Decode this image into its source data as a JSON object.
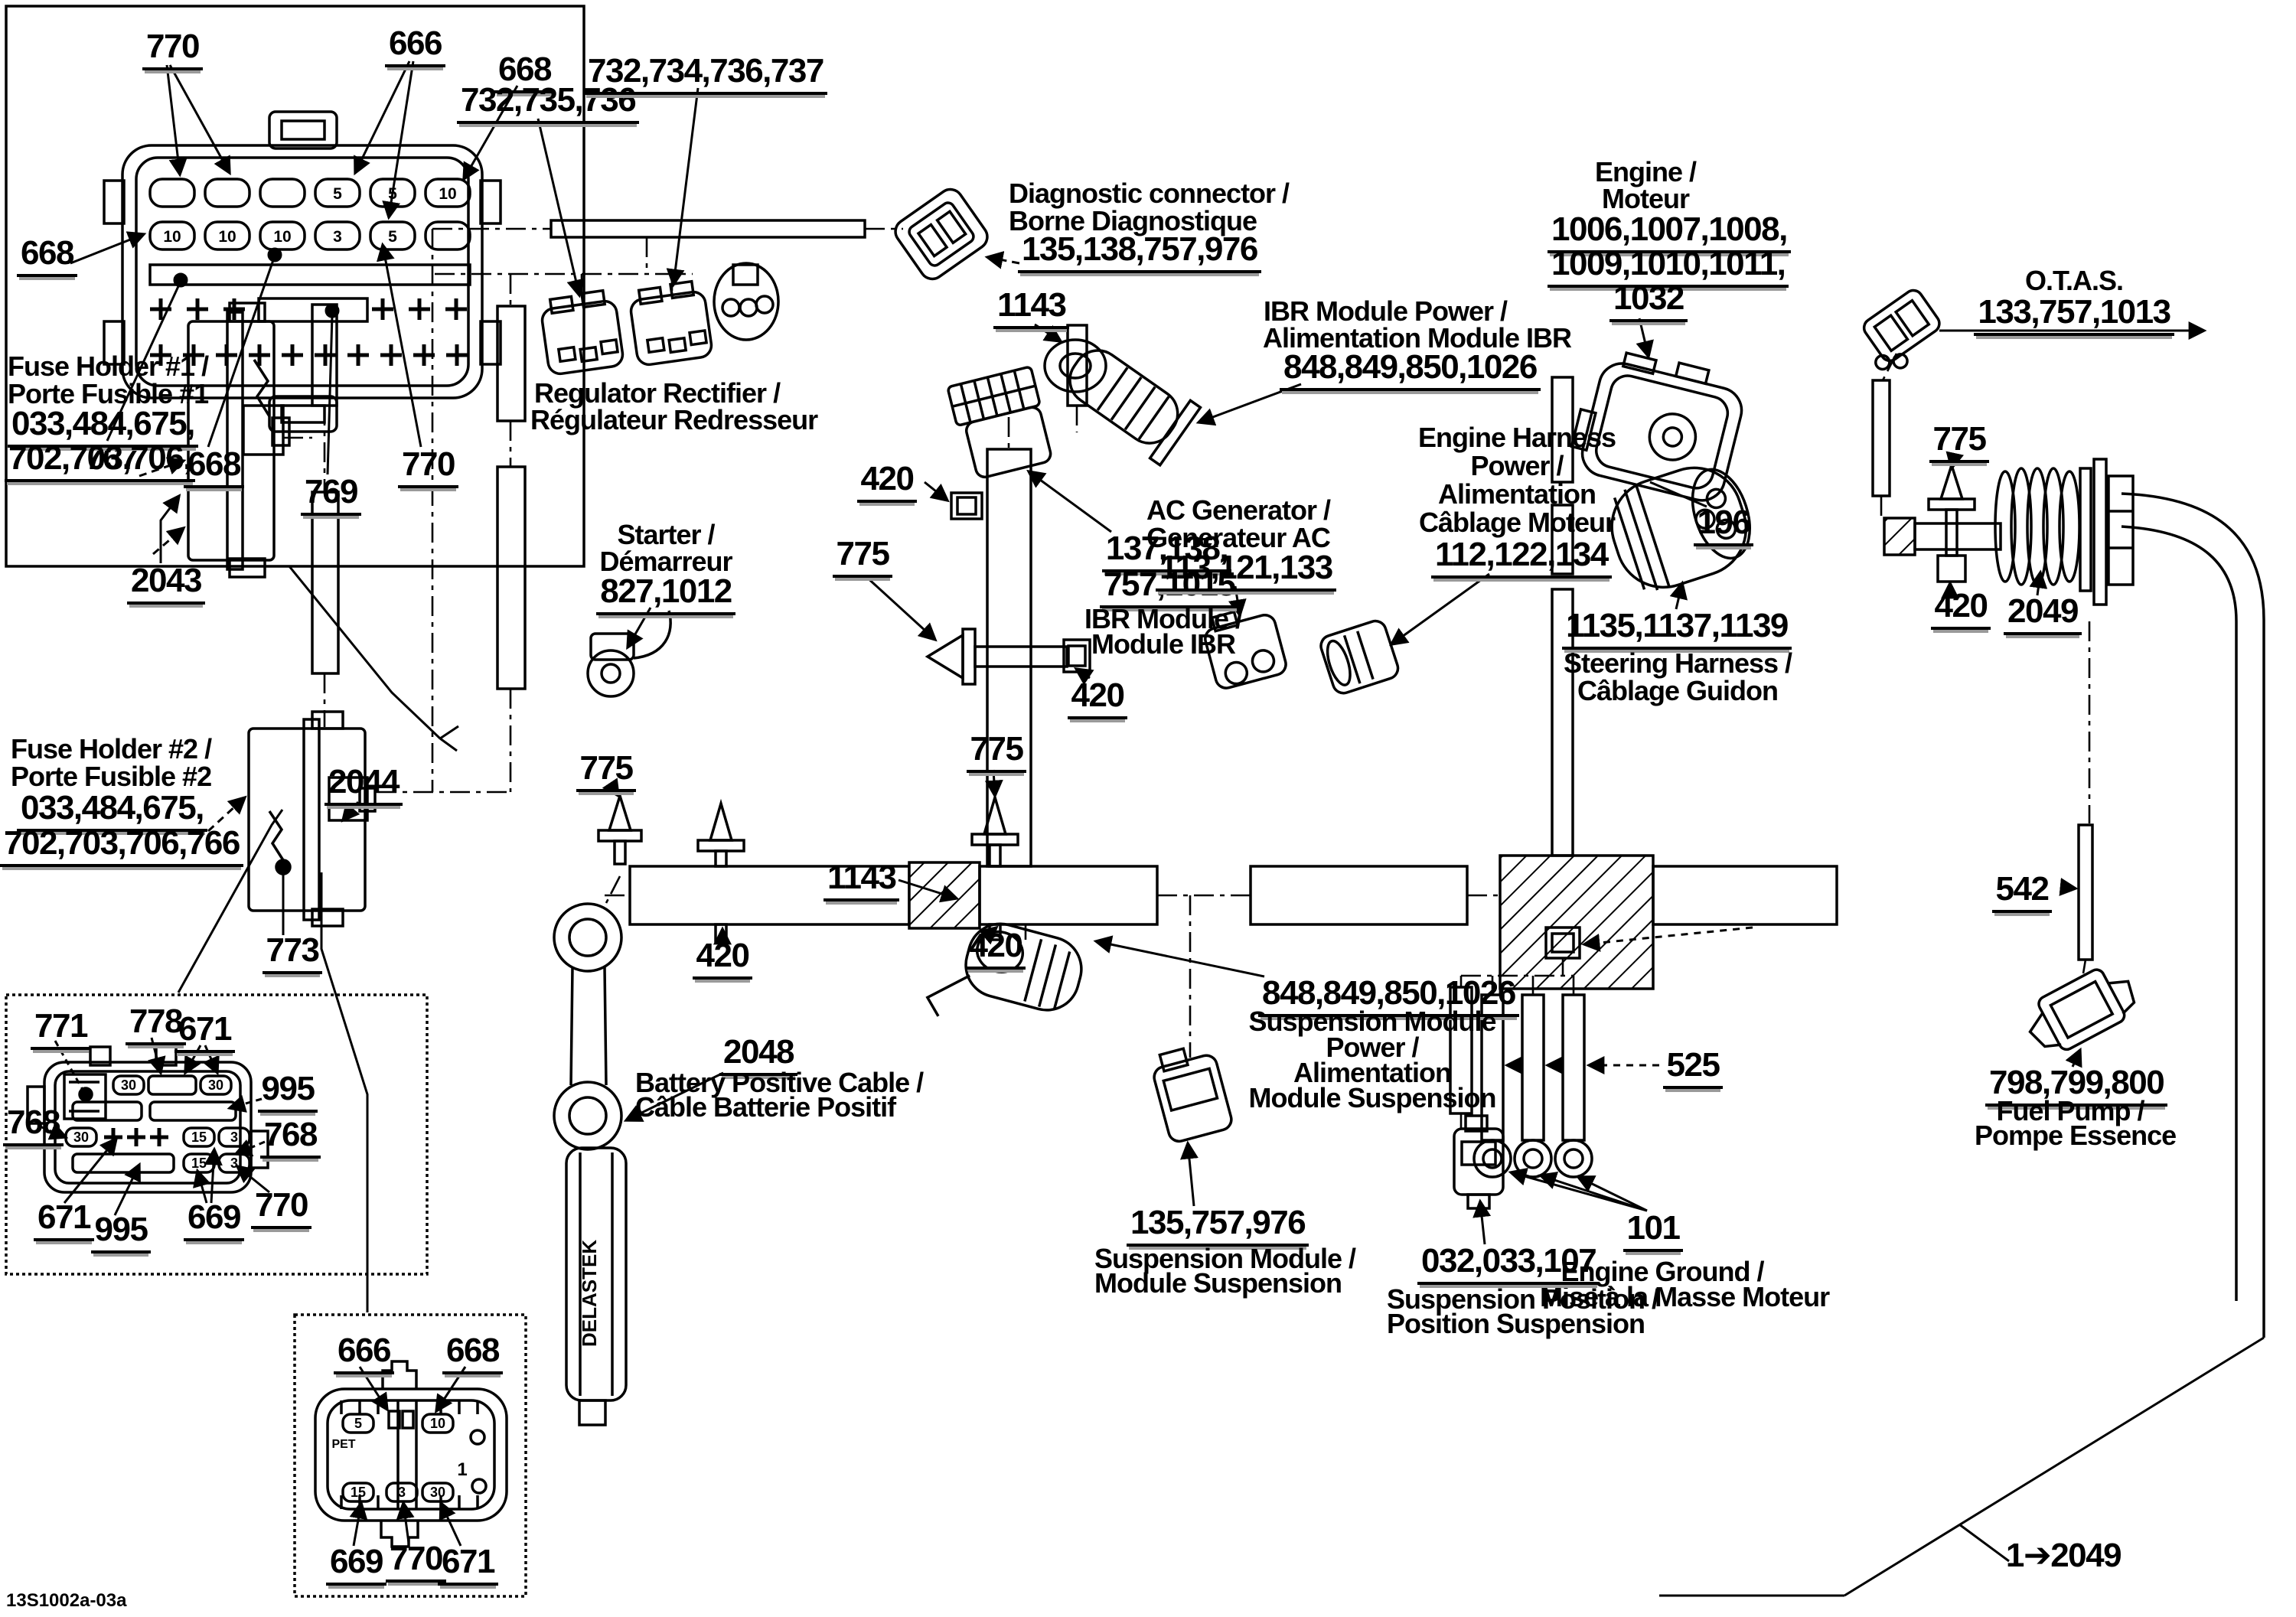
{
  "doc": {
    "code": "13S1002a-03a",
    "continuation": "1➔2049"
  },
  "c": {
    "101": "101",
    "196": "196",
    "420": "420",
    "525": "525",
    "542": "542",
    "666": "666",
    "668": "668",
    "669": "669",
    "671": "671",
    "767": "767",
    "768": "768",
    "769": "769",
    "770": "770",
    "771": "771",
    "773": "773",
    "775": "775",
    "778": "778",
    "995": "995",
    "1032": "1032",
    "1143": "1143",
    "2043": "2043",
    "2044": "2044",
    "2048": "2048",
    "2049": "2049"
  },
  "components": {
    "regulator_rectifier": {
      "parts_a": "732,735,736",
      "parts_b": "732,734,736,737",
      "name_en": "Regulator Rectifier /",
      "name_fr": "Régulateur Redresseur"
    },
    "diagnostic_connector": {
      "name_en": "Diagnostic connector /",
      "name_fr": "Borne Diagnostique",
      "parts": "135,138,757,976"
    },
    "ibr_module_power": {
      "name_en": "IBR Module Power /",
      "name_fr": "Alimentation Module IBR",
      "parts": "848,849,850,1026"
    },
    "engine": {
      "name_en": "Engine /",
      "name_fr": "Moteur",
      "parts_1": "1006,1007,1008,",
      "parts_2": "1009,1010,1011,",
      "parts_3": "1032"
    },
    "otas": {
      "name": "O.T.A.S.",
      "parts": "133,757,1013"
    },
    "fuse_holder_1": {
      "name_en": "Fuse Holder #1 /",
      "name_fr": "Porte Fusible #1",
      "parts_1": "033,484,675,",
      "parts_2": "702,703,706,"
    },
    "fuse_holder_2": {
      "name_en": "Fuse Holder #2 /",
      "name_fr": "Porte Fusible #2",
      "parts_1": "033,484,675,",
      "parts_2": "702,703,706,766"
    },
    "starter": {
      "name_en": "Starter /",
      "name_fr": "Démarreur",
      "parts": "827,1012"
    },
    "ibr_module": {
      "parts_1": "137,138,",
      "parts_2": "757,1015",
      "name_en": "IBR Module /",
      "name_fr": "Module IBR"
    },
    "ac_generator": {
      "name_en": "AC Generator /",
      "name_fr": "Generateur AC",
      "parts": "113,121,133"
    },
    "engine_harness_power": {
      "name_l1": "Engine Harness",
      "name_l2": "Power /",
      "name_l3": "Alimentation",
      "name_l4": "Câblage Moteur",
      "parts": "112,122,134"
    },
    "steering_harness": {
      "parts": "1135,1137,1139",
      "name_en": "Steering Harness /",
      "name_fr": "Câblage Guidon"
    },
    "battery_cable": {
      "name_en": "Battery Positive Cable /",
      "name_fr": "Câble Batterie Positif",
      "brand": "DELASTEK"
    },
    "suspension_module_power": {
      "parts": "848,849,850,1026",
      "name_l1": "Suspension Module",
      "name_l2": "Power /",
      "name_l3": "Alimentation",
      "name_l4": "Module Suspension"
    },
    "suspension_module": {
      "parts": "135,757,976",
      "name_en": "Suspension Module /",
      "name_fr": "Module Suspension"
    },
    "suspension_position": {
      "parts": "032,033,107",
      "name_en": "Suspension Position /",
      "name_fr": "Position Suspension"
    },
    "engine_ground": {
      "name_en": "Engine Ground /",
      "name_fr": "Mise à la Masse Moteur"
    },
    "fuel_pump": {
      "parts": "798,799,800",
      "name_en": "Fuel Pump /",
      "name_fr": "Pompe Essence"
    }
  },
  "insets": {
    "fuse_box_1": {
      "pin_labels": [
        "5",
        "5",
        "10",
        "10",
        "10",
        "10",
        "3",
        "5"
      ]
    },
    "fuse_box_2": {
      "slot_labels": [
        "30",
        "30",
        "30",
        "15",
        "3",
        "15",
        "3"
      ]
    },
    "fuse_box_3": {
      "slot_labels": [
        "5",
        "10",
        "15",
        "3",
        "30"
      ],
      "pin_1": "1",
      "brand": "PET"
    }
  }
}
